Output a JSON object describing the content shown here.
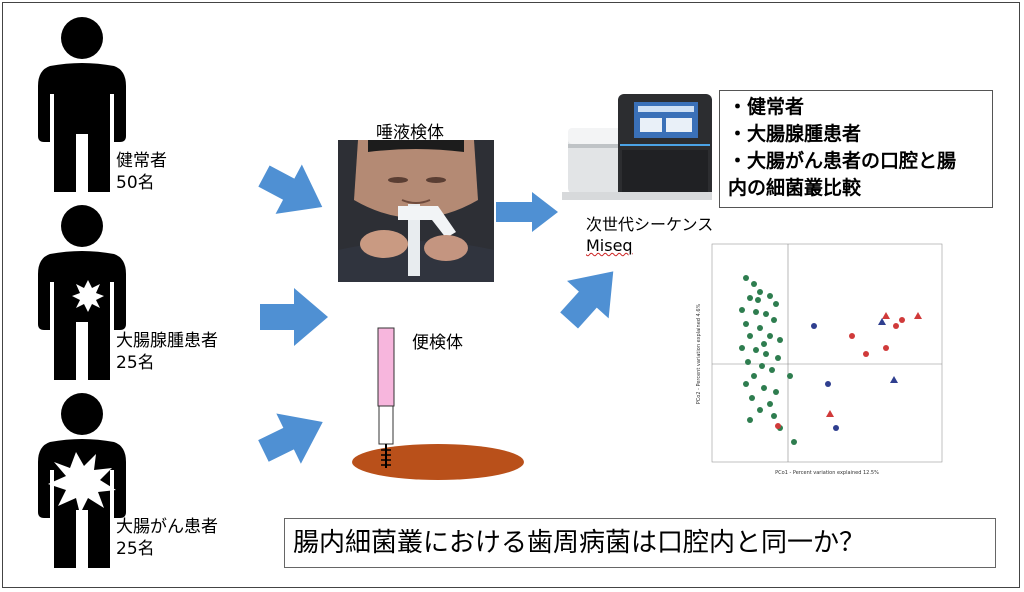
{
  "groups": [
    {
      "name": "健常者",
      "count": "50名"
    },
    {
      "name": "大腸腺腫患者",
      "count": "25名"
    },
    {
      "name": "大腸がん患者",
      "count": "25名"
    }
  ],
  "samples": {
    "saliva_label": "唾液検体",
    "stool_label": "便検体"
  },
  "sequencer": {
    "label_line1": "次世代シーケンス",
    "label_line2": "Miseq"
  },
  "comparison_box": {
    "items": [
      "・健常者",
      "・大腸腺腫患者",
      "・大腸がん患者の口腔と腸",
      "内の細菌叢比較"
    ]
  },
  "question": "腸内細菌叢における歯周病菌は口腔内と同一か？",
  "pca_plot": {
    "xlabel": "PCo1 - Percent variation explained 12.5%",
    "ylabel": "PCo2 - Percent variation explained 4.6%",
    "colors": {
      "green": "#2e7d4f",
      "red": "#d03a3a",
      "blue": "#2f3f8f"
    }
  },
  "colors": {
    "person": "#000000",
    "arrow": "#4f90d3",
    "swab_pink": "#f7b6dd",
    "stool": "#b9501a"
  }
}
